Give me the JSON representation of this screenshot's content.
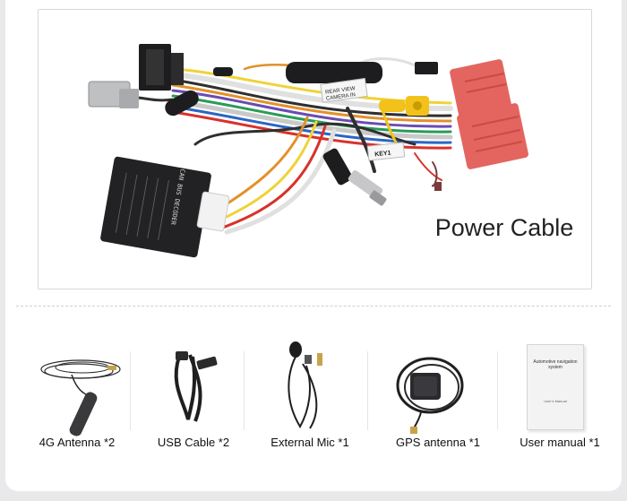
{
  "hero": {
    "title": "Power Cable",
    "labels": {
      "rear_view": "REAR VIEW",
      "camera_in": "CAMERA IN",
      "key": "KEY1",
      "decoder": "CAN BUS DECODER"
    }
  },
  "accessories": [
    {
      "label": "4G Antenna *2"
    },
    {
      "label": "USB Cable *2"
    },
    {
      "label": "External Mic *1"
    },
    {
      "label": "GPS antenna *1"
    },
    {
      "label": "User manual *1"
    }
  ],
  "manual": {
    "cover_title": "Automotive navigation system",
    "cover_sub": "User's Manual"
  },
  "colors": {
    "connector_red": "#e4655f",
    "connector_black": "#1d1d1f",
    "rca_yellow": "#f2c21b",
    "connector_gray": "#bfc0c2"
  }
}
